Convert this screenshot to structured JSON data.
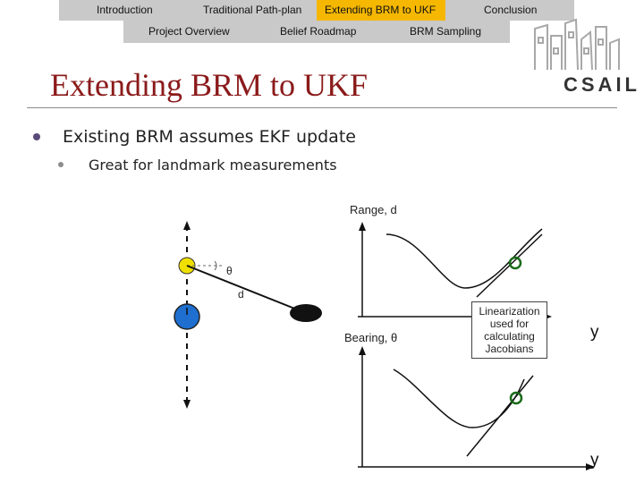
{
  "nav": {
    "top": [
      "Introduction",
      "Traditional Path-plan",
      "Extending BRM to UKF",
      "Conclusion"
    ],
    "bottom": [
      "Project Overview",
      "Belief Roadmap",
      "BRM Sampling"
    ],
    "active_color": "#f5b700"
  },
  "logo": {
    "text": "CSAIL"
  },
  "slide": {
    "title": "Extending BRM to UKF",
    "bullet1": "Existing BRM assumes EKF update",
    "bullet2": "Great for landmark measurements"
  },
  "diagram": {
    "range_label": "Range, d",
    "bearing_label": "Bearing, θ",
    "theta_label": "θ",
    "d_label": "d",
    "linearization_label": "Linearization used for calculating Jacobians",
    "y_label_upper": "y",
    "y_label_lower": "y"
  }
}
